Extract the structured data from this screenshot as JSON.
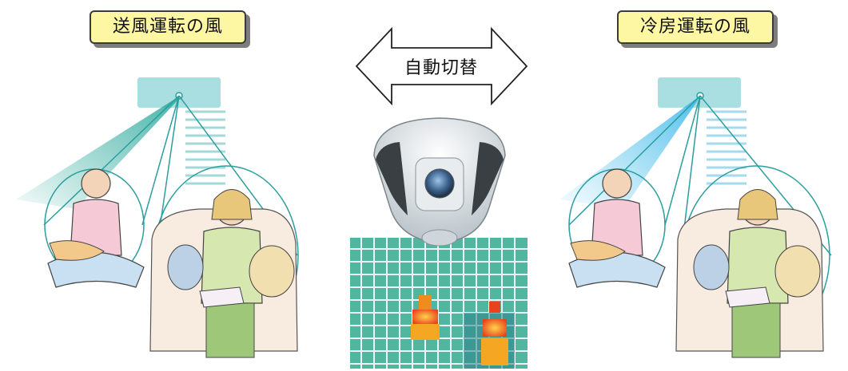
{
  "labels": {
    "left": "送風運転の風",
    "right": "冷房運転の風",
    "center_arrow": "自動切替"
  },
  "colors": {
    "label_bg": "#fdf6a2",
    "label_border": "#3a3a3a",
    "label_shadow": "#7d7d7d",
    "aircon_unit": "#a9dfe0",
    "fan_wind": "#2aa89a",
    "cool_wind": "#5cc6ee",
    "sensor_grid": "#3aa88f",
    "heat_spot": "#f5a623"
  },
  "icons": {
    "arrow": "double-headed-arrow-icon",
    "sensor": "camera-sensor-icon"
  }
}
